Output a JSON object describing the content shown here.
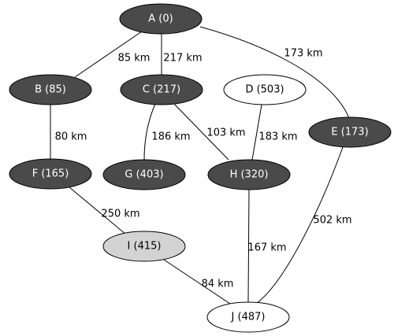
{
  "colors": {
    "visited_fill": "#4a4a4a",
    "current_fill": "#d3d3d3",
    "unvisited_fill": "#ffffff",
    "visited_text": "#ffffff",
    "other_text": "#000000",
    "edge": "#000000"
  },
  "nodes": [
    {
      "id": "A",
      "label": "A (0)",
      "state": "visited"
    },
    {
      "id": "B",
      "label": "B (85)",
      "state": "visited"
    },
    {
      "id": "C",
      "label": "C (217)",
      "state": "visited"
    },
    {
      "id": "D",
      "label": "D (503)",
      "state": "unvisited"
    },
    {
      "id": "E",
      "label": "E (173)",
      "state": "visited"
    },
    {
      "id": "F",
      "label": "F (165)",
      "state": "visited"
    },
    {
      "id": "G",
      "label": "G (403)",
      "state": "visited"
    },
    {
      "id": "H",
      "label": "H (320)",
      "state": "visited"
    },
    {
      "id": "I",
      "label": "I (415)",
      "state": "current"
    },
    {
      "id": "J",
      "label": "J (487)",
      "state": "unvisited"
    }
  ],
  "edges": [
    {
      "from": "A",
      "to": "B",
      "label": "85 km"
    },
    {
      "from": "A",
      "to": "C",
      "label": "217 km"
    },
    {
      "from": "A",
      "to": "E",
      "label": "173 km"
    },
    {
      "from": "B",
      "to": "F",
      "label": "80 km"
    },
    {
      "from": "C",
      "to": "G",
      "label": "186 km"
    },
    {
      "from": "C",
      "to": "H",
      "label": "103 km"
    },
    {
      "from": "D",
      "to": "H",
      "label": "183 km"
    },
    {
      "from": "E",
      "to": "J",
      "label": "502 km"
    },
    {
      "from": "F",
      "to": "I",
      "label": "250 km"
    },
    {
      "from": "H",
      "to": "J",
      "label": "167 km"
    },
    {
      "from": "I",
      "to": "J",
      "label": "84 km"
    }
  ]
}
